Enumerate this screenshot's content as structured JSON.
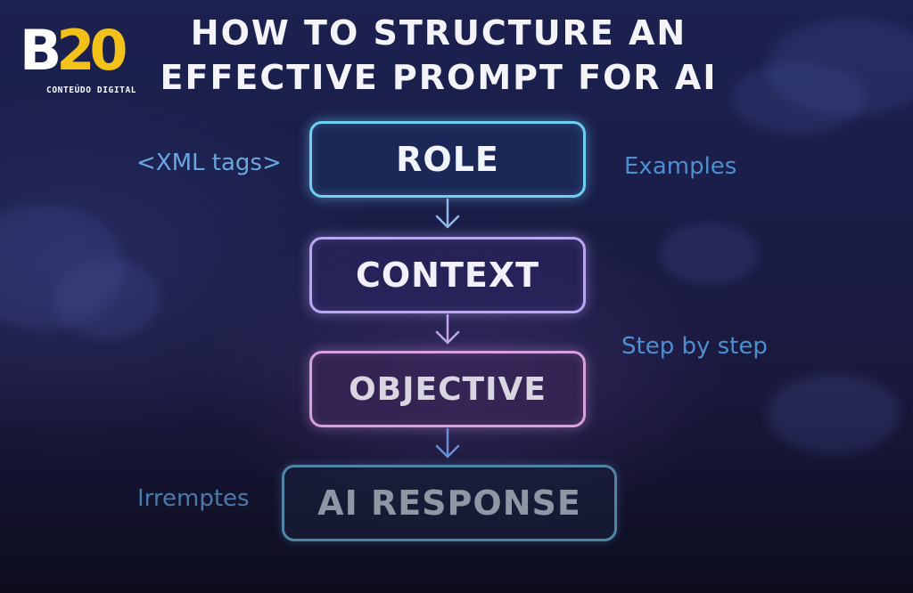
{
  "logo": {
    "mark_letter": "B",
    "mark_number": "20",
    "subtitle": "CONTEÚDO DIGITAL",
    "colors": {
      "letter": "#ffffff",
      "number": "#f2c21a"
    }
  },
  "title": {
    "line1": "HOW TO STRUCTURE AN",
    "line2": "EFFECTIVE PROMPT FOR AI"
  },
  "flow": {
    "role": "ROLE",
    "context": "CONTEXT",
    "objective": "OBJECTIVE",
    "response": "AI RESPONSE"
  },
  "side_labels": {
    "xml_tags": "<XML tags>",
    "examples": "Examples",
    "step_by_step": "Step by step",
    "irremptes": "Irremptes"
  },
  "colors": {
    "background_top": "#1b2150",
    "background_bottom": "#0d0d1e",
    "role_border": "#6fd0f2",
    "context_border": "#b9a7f0",
    "objective_border": "#d8a0de",
    "response_border": "#4f86a8",
    "arrow": "#8fb7e8",
    "side_text": "#4d8fd0"
  }
}
